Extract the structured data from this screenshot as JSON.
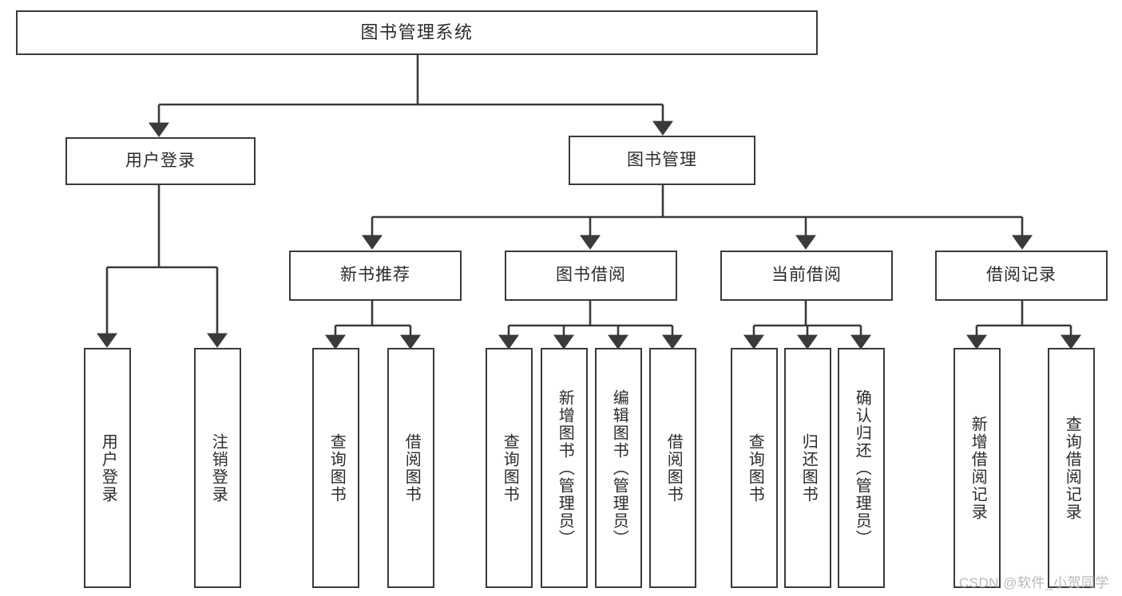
{
  "diagram": {
    "type": "tree-hierarchy",
    "title": "图书管理系统",
    "style": {
      "box_border_color": "#3a3a3a",
      "box_fill_color": "#ffffff",
      "text_color": "#2b2b2b",
      "connector_color": "#3a3a3a",
      "background": "#ffffff"
    },
    "root": {
      "label": "图书管理系统"
    },
    "level2": [
      {
        "id": "user-login",
        "label": "用户登录"
      },
      {
        "id": "book-manage",
        "label": "图书管理"
      }
    ],
    "level3": [
      {
        "id": "new-book-recommend",
        "label": "新书推荐",
        "parent": "book-manage"
      },
      {
        "id": "book-borrow",
        "label": "图书借阅",
        "parent": "book-manage"
      },
      {
        "id": "current-borrow",
        "label": "当前借阅",
        "parent": "book-manage"
      },
      {
        "id": "borrow-record",
        "label": "借阅记录",
        "parent": "book-manage"
      }
    ],
    "leaves": {
      "user-login": [
        {
          "id": "leaf-user-login",
          "label": "用户登录"
        },
        {
          "id": "leaf-logout",
          "label": "注销登录"
        }
      ],
      "new-book-recommend": [
        {
          "id": "leaf-query-book-1",
          "label": "查询图书"
        },
        {
          "id": "leaf-borrow-book-1",
          "label": "借阅图书"
        }
      ],
      "book-borrow": [
        {
          "id": "leaf-query-book-2",
          "label": "查询图书"
        },
        {
          "id": "leaf-add-book",
          "label": "新增图书（管理员）"
        },
        {
          "id": "leaf-edit-book",
          "label": "编辑图书（管理员）"
        },
        {
          "id": "leaf-borrow-book-2",
          "label": "借阅图书"
        }
      ],
      "current-borrow": [
        {
          "id": "leaf-query-book-3",
          "label": "查询图书"
        },
        {
          "id": "leaf-return-book",
          "label": "归还图书"
        },
        {
          "id": "leaf-confirm-return",
          "label": "确认归还（管理员）"
        }
      ],
      "borrow-record": [
        {
          "id": "leaf-add-record",
          "label": "新增借阅记录"
        },
        {
          "id": "leaf-query-record",
          "label": "查询借阅记录"
        }
      ]
    }
  },
  "watermark": {
    "text": "CSDN @软件_小贺同学"
  }
}
